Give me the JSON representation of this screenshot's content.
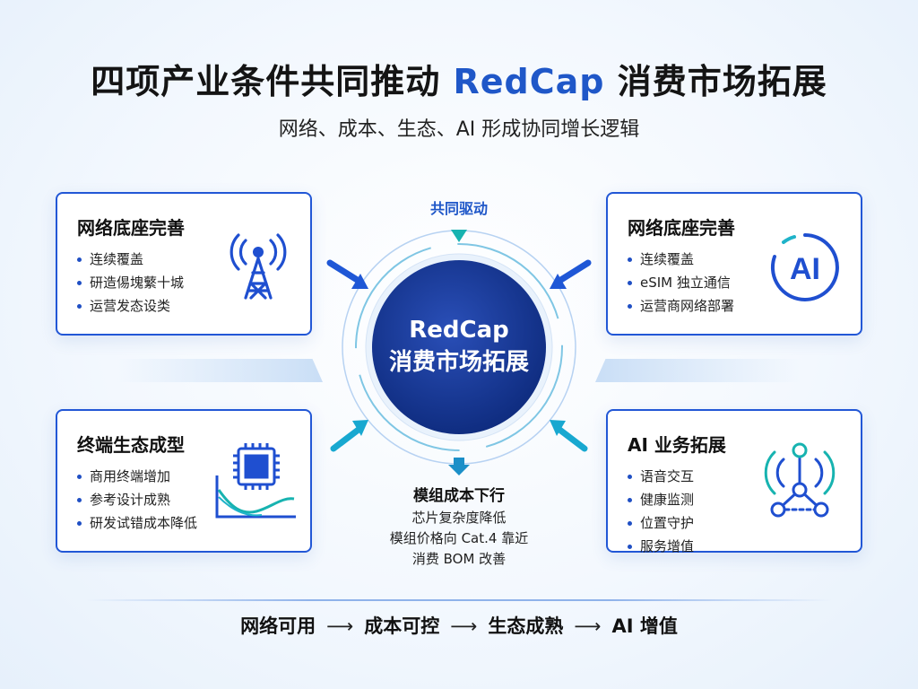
{
  "title": {
    "main": "四项产业条件共同推动 ",
    "accent": "RedCap",
    "suffix": " 消费市场拓展"
  },
  "subtitle": "网络、成本、生态、AI 形成协同增长逻辑",
  "drive_label": "共同驱动",
  "center": {
    "line1": "RedCap",
    "line2": "消费市场拓展"
  },
  "cards": {
    "top_left": {
      "title": "网络底座完善",
      "items": [
        "连续覆盖",
        "研造㑥塊蘩十城",
        "运营发态设类"
      ],
      "icon": "cell-tower-icon"
    },
    "top_right": {
      "title": "网络底座完善",
      "items": [
        "连续覆盖",
        "eSIM 独立通信",
        "运营商网络部署"
      ],
      "icon": "ai-icon",
      "icon_text": "AI"
    },
    "bottom_left": {
      "title": "终端生态成型",
      "items": [
        "商用终端增加",
        "参考设计成熟",
        "研发试错成本降低"
      ],
      "icon": "chip-chart-icon"
    },
    "bottom_right": {
      "title": "AI 业务拓展",
      "items": [
        "语音交互",
        "健康监测",
        "位置守护",
        "服务增值"
      ],
      "icon": "network-signal-icon"
    }
  },
  "cost": {
    "heading": "模组成本下行",
    "lines": [
      "芯片复杂度降低",
      "模组价格向 Cat.4 靠近",
      "消费 BOM 改善"
    ]
  },
  "flow": {
    "steps": [
      "网络可用",
      "成本可控",
      "生态成熟",
      "AI 增值"
    ],
    "arrow": "⟶"
  },
  "colors": {
    "accent": "#1f57c8",
    "border": "#2257d6",
    "circle": "#0f2f86",
    "teal": "#17b3b0"
  }
}
